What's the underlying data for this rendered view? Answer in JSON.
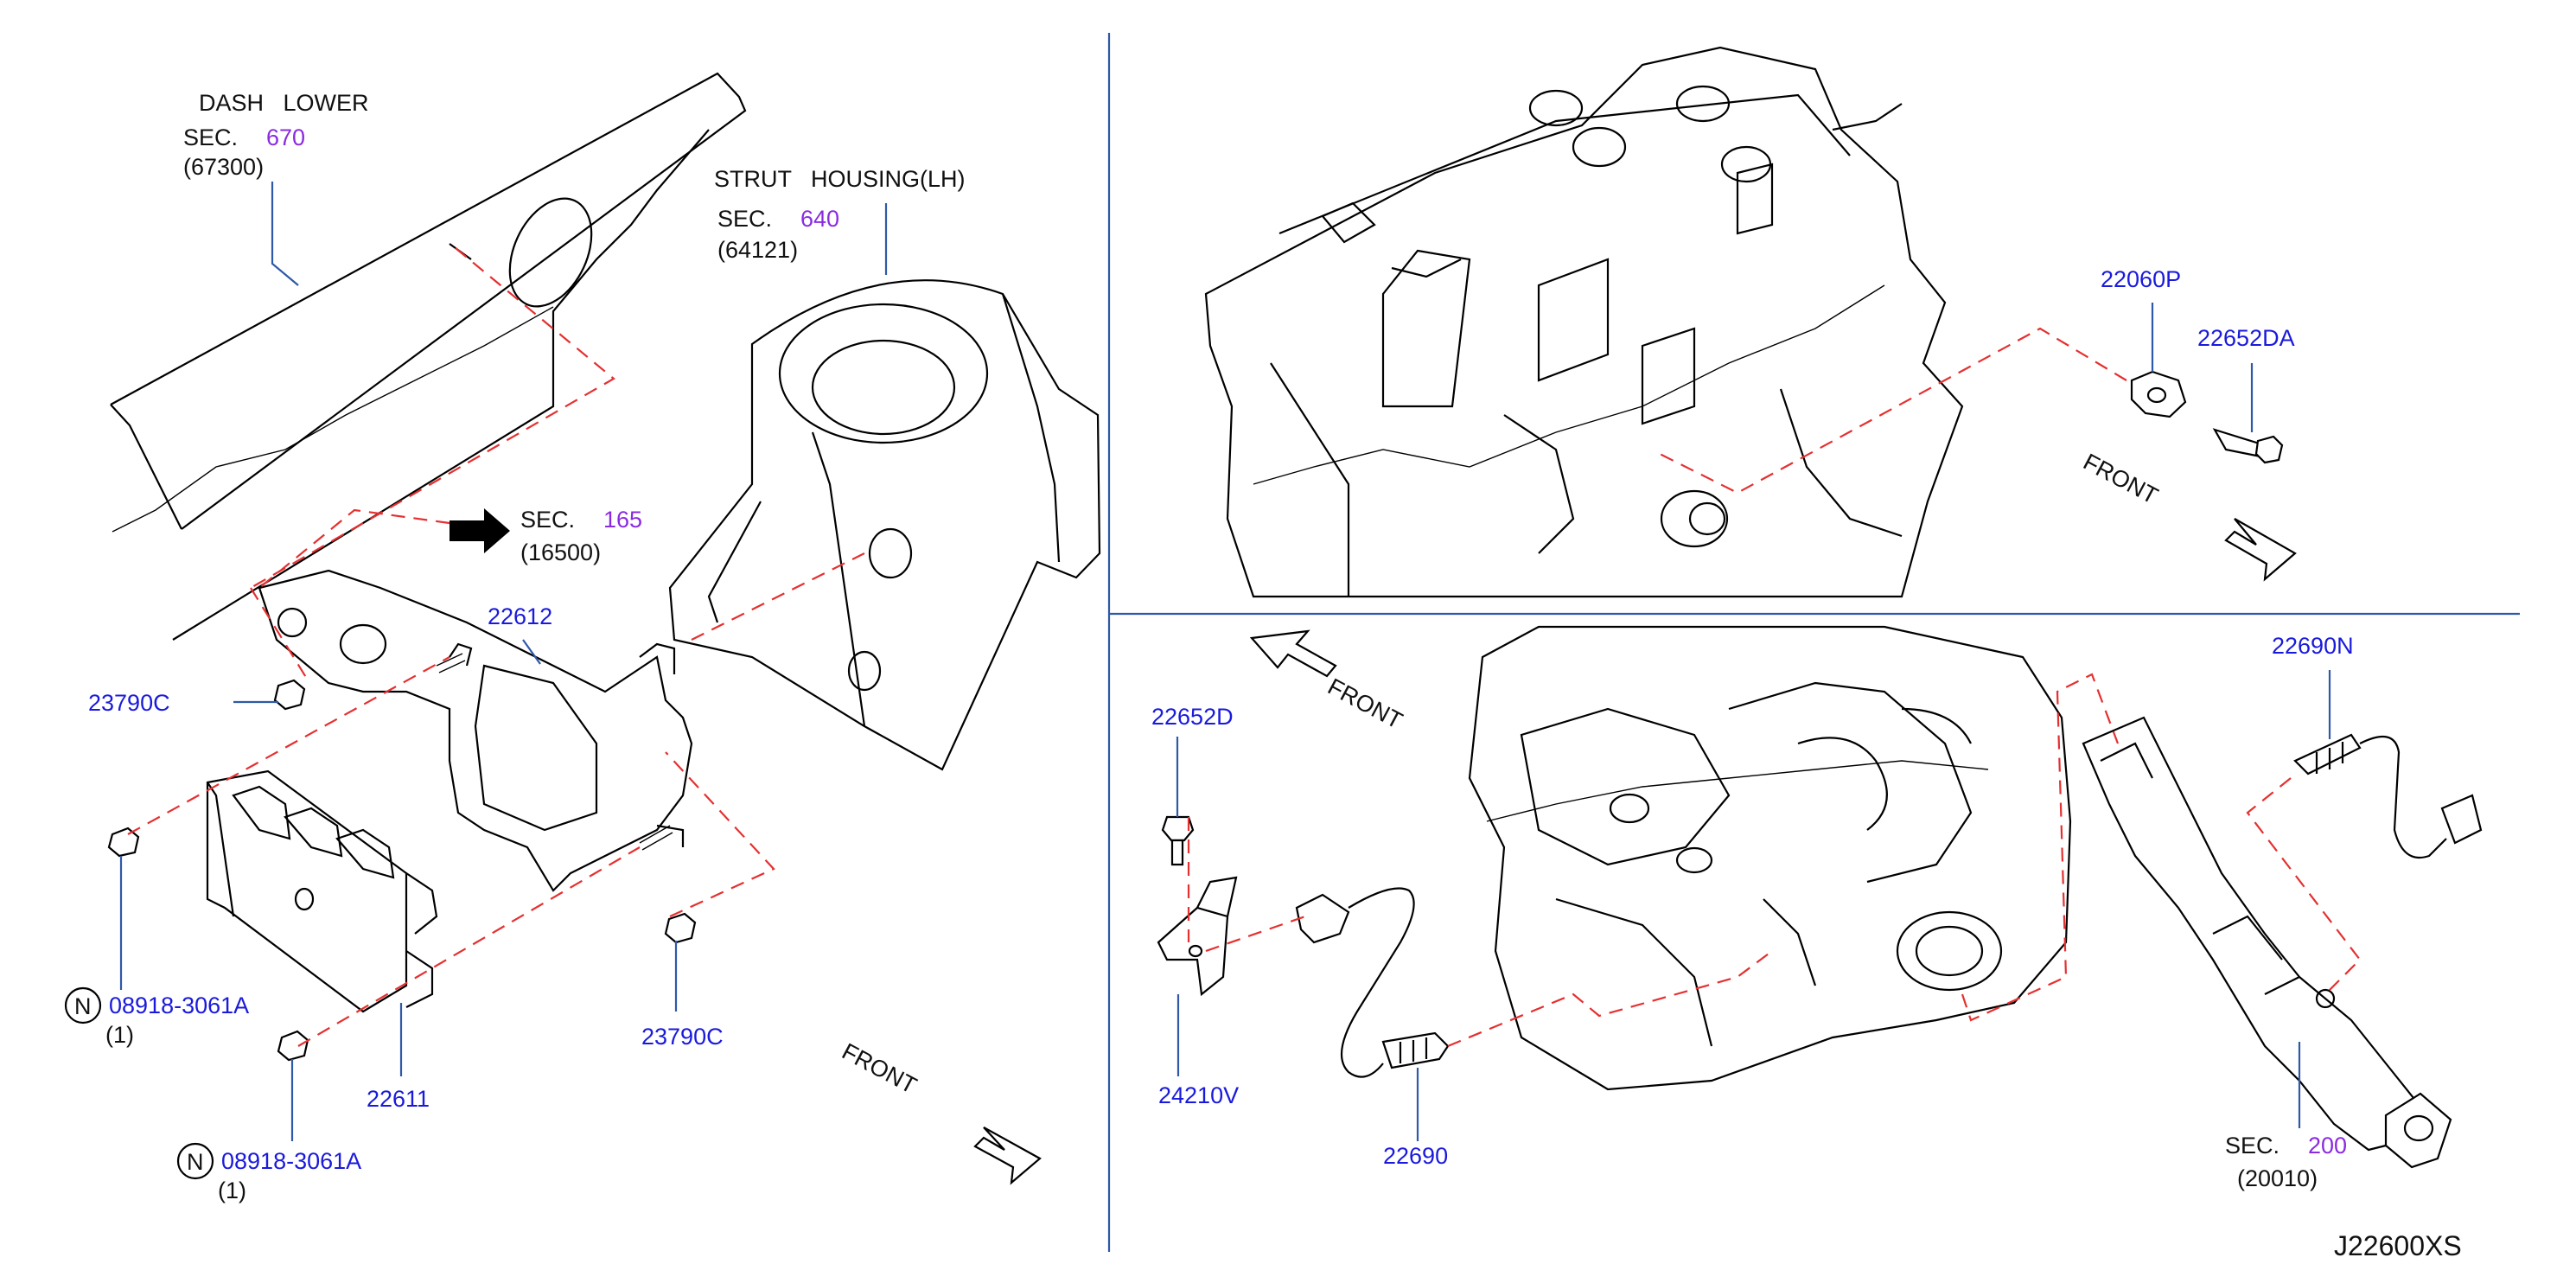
{
  "diagram_id": "J22600XS",
  "colors": {
    "label_blue": "#1a1adc",
    "section_purple": "#8a2be2",
    "leader": "#2e59a8",
    "dashed_guide": "#e53030"
  },
  "left_panel": {
    "dash_lower": {
      "title": "DASH   LOWER",
      "sec_prefix": "SEC.",
      "sec_num": "670",
      "part": "(67300)"
    },
    "strut_housing": {
      "title": "STRUT   HOUSING(LH)",
      "sec_prefix": "SEC.",
      "sec_num": "640",
      "part": "(64121)"
    },
    "sec_165": {
      "sec_prefix": "SEC.",
      "sec_num": "165",
      "part": "(16500)"
    },
    "bracket": "22612",
    "nut_left": "23790C",
    "nut_right": "23790C",
    "ecm": "22611",
    "bolt_1": {
      "symbol": "N",
      "part": "08918-3061A",
      "qty": "(1)"
    },
    "bolt_2": {
      "symbol": "N",
      "part": "08918-3061A",
      "qty": "(1)"
    },
    "front": "FRONT"
  },
  "right_top_panel": {
    "knock_sensor": "22060P",
    "bolt": "22652DA",
    "front": "FRONT"
  },
  "right_bottom_panel": {
    "front": "FRONT",
    "bolt": "22652D",
    "clip": "24210V",
    "o2_sensor_front": "22690",
    "o2_sensor_rear": "22690N",
    "sec_200": {
      "sec_prefix": "SEC.",
      "sec_num": "200",
      "part": "(20010)"
    }
  }
}
